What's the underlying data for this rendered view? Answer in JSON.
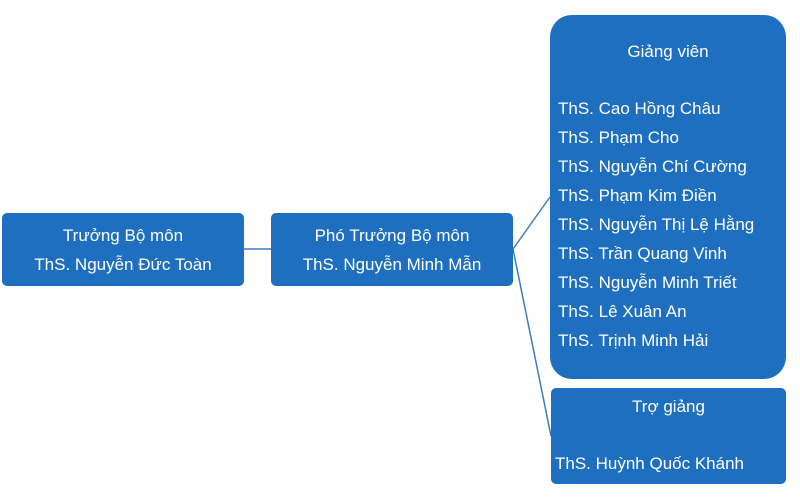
{
  "head": {
    "role": "Trưởng Bộ môn",
    "name": "ThS. Nguyễn Đức Toàn"
  },
  "deputy": {
    "role": "Phó Trưởng Bộ môn",
    "name": "ThS. Nguyễn Minh Mẫn"
  },
  "lecturers": {
    "title": "Giảng viên",
    "members": [
      "ThS. Cao Hồng Châu",
      "ThS. Phạm Cho",
      "ThS. Nguyễn Chí Cường",
      "ThS. Phạm Kim Điền",
      "ThS. Nguyễn Thị Lệ Hằng",
      "ThS. Trần Quang Vinh",
      "ThS. Nguyễn Minh Triết",
      "ThS. Lê Xuân An",
      "ThS. Trịnh Minh Hải"
    ]
  },
  "assistants": {
    "title": "Trợ giảng",
    "members": [
      "ThS. Huỳnh Quốc Khánh"
    ]
  },
  "colors": {
    "box_fill": "#1f6fc0",
    "connector": "#3d7cc4",
    "text": "#ffffff"
  }
}
